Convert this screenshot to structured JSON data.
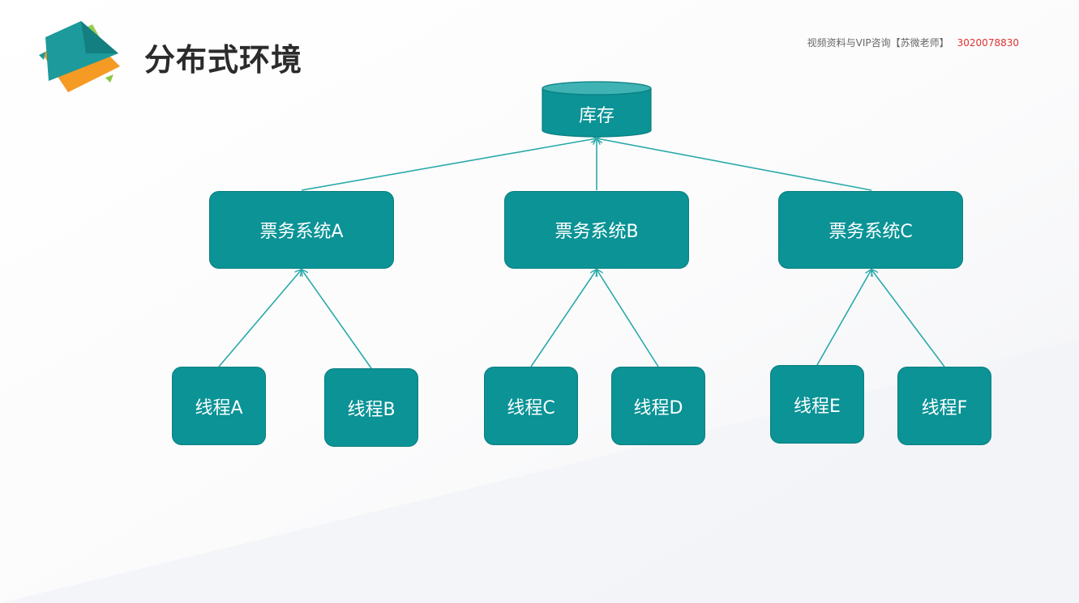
{
  "slide": {
    "title": "分布式环境",
    "contact_text": "视频资料与VIP咨询【苏微老师】",
    "contact_qq": "3020078830"
  },
  "colors": {
    "node_fill": "#0b9396",
    "edge": "#2aa9a9",
    "title": "#2b2b2b",
    "contact_number": "#e0322f"
  },
  "diagram": {
    "storage": "库存",
    "systems": [
      "票务系统A",
      "票务系统B",
      "票务系统C"
    ],
    "threads": [
      "线程A",
      "线程B",
      "线程C",
      "线程D",
      "线程E",
      "线程F"
    ]
  }
}
